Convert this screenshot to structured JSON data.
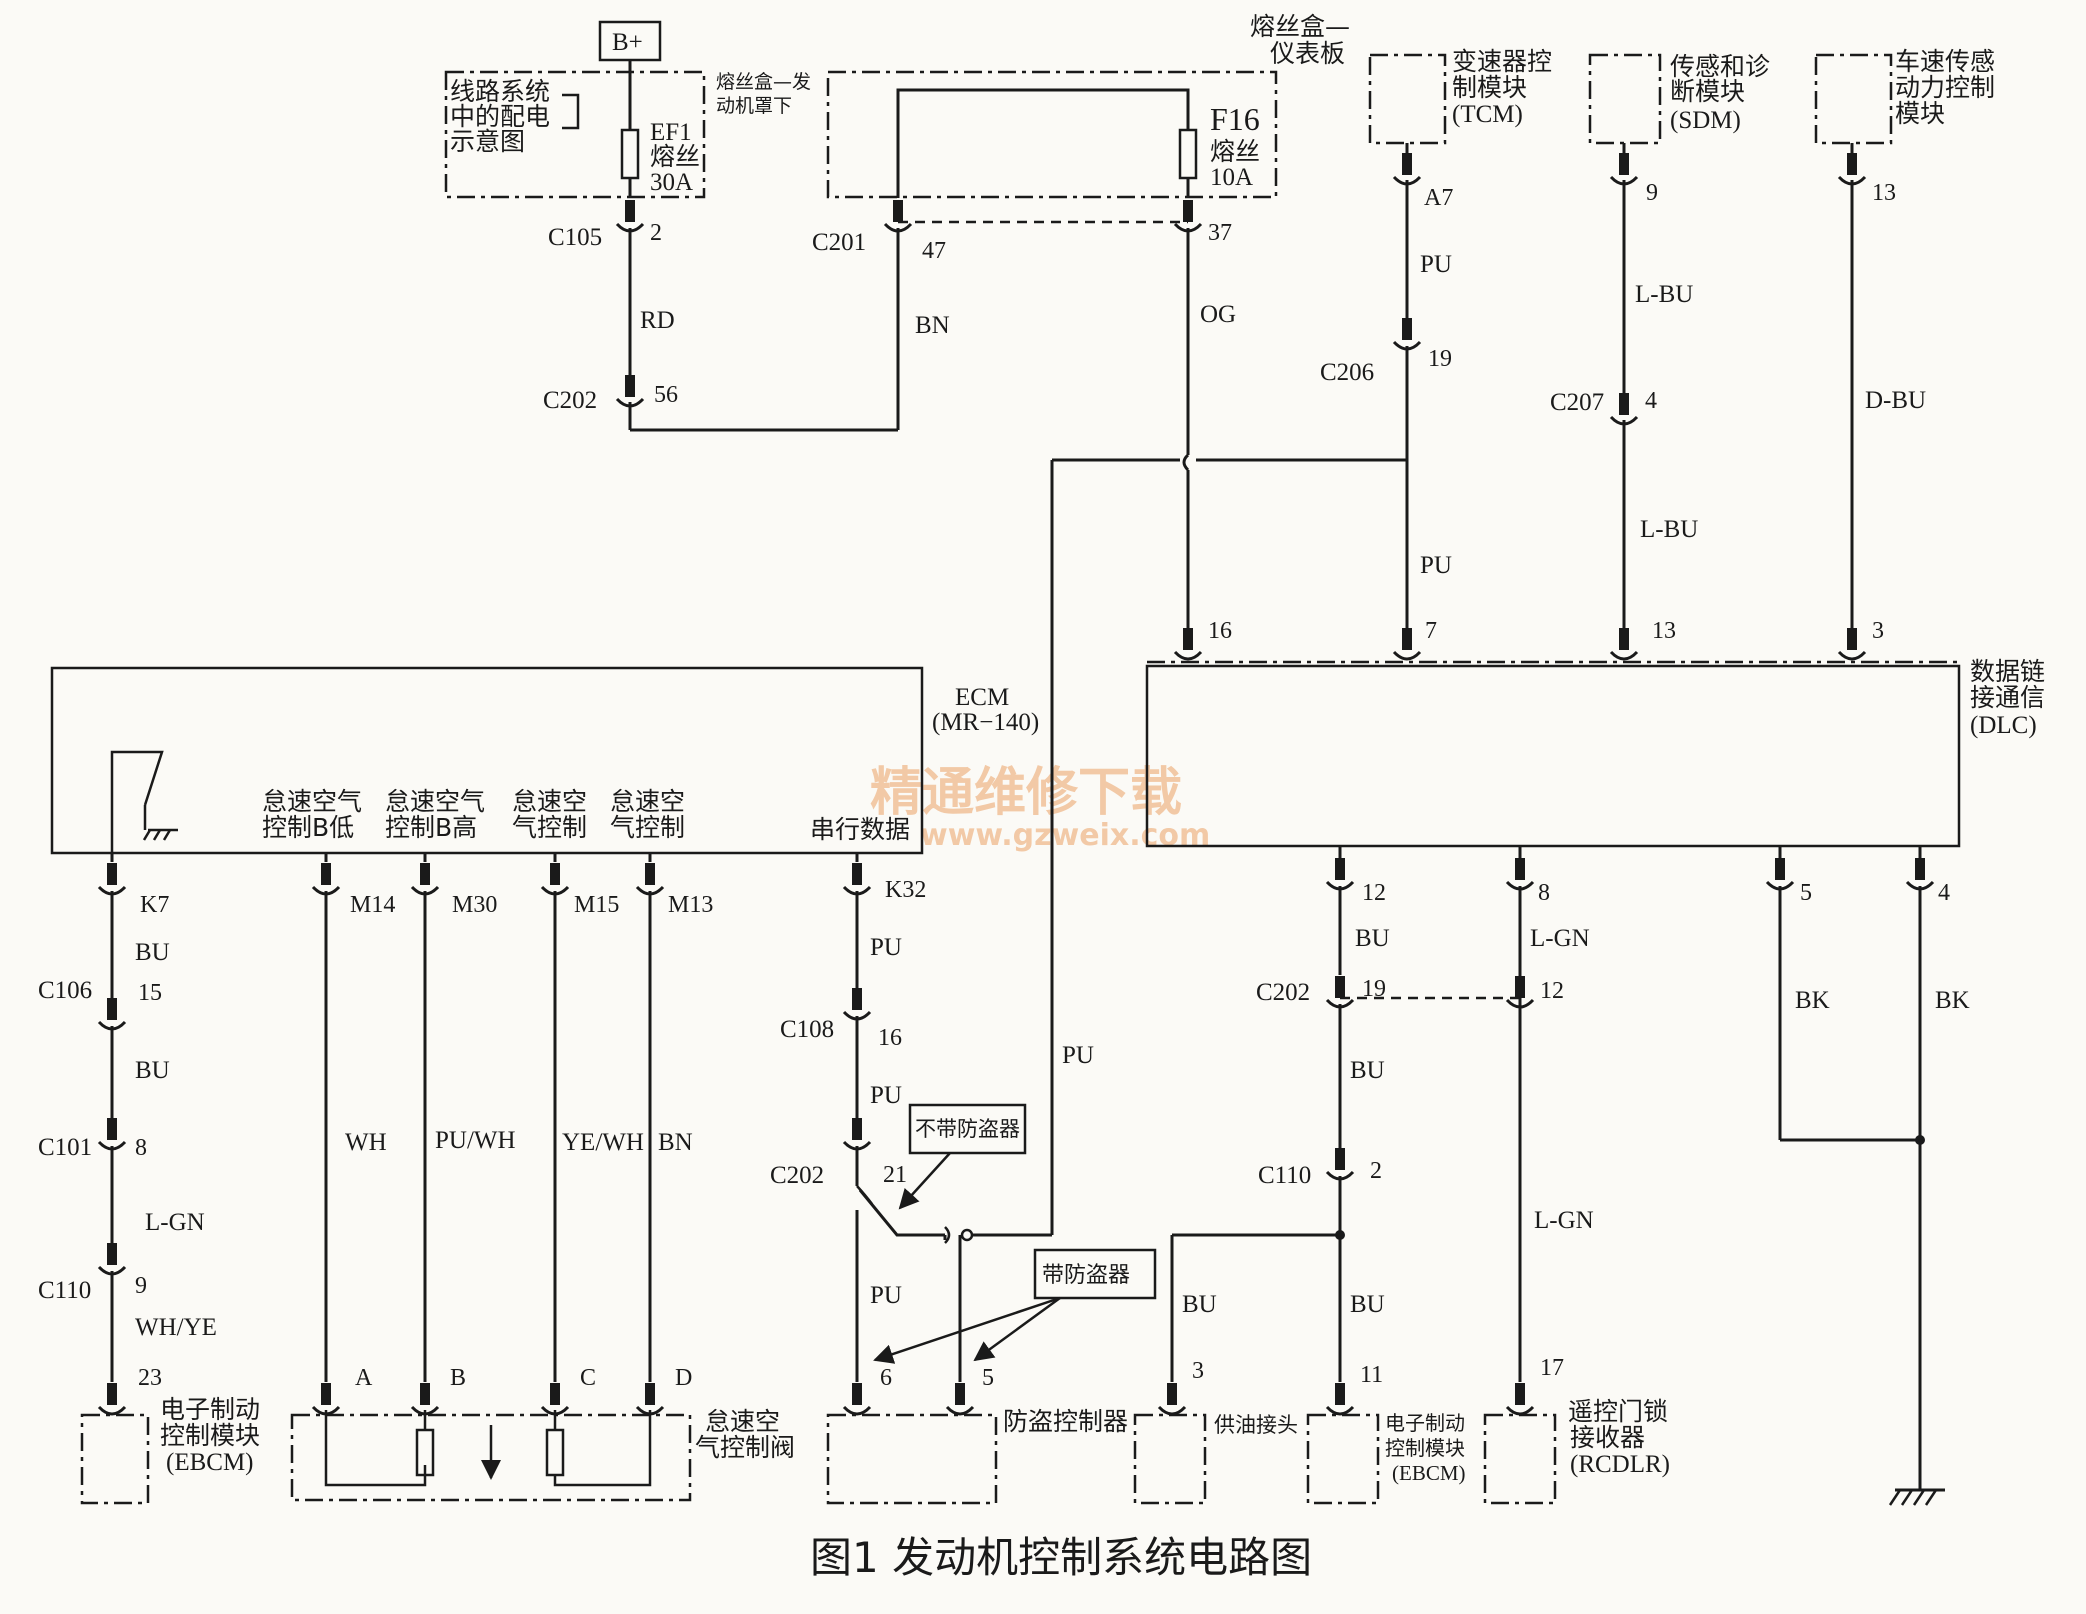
{
  "title": "图1  发动机控制系统电路图",
  "watermark": {
    "cn": "精通维修下载",
    "url": "www.gzweix.com"
  },
  "power": {
    "b_plus": "B+",
    "dist_note": [
      "线路系统",
      "中的配电",
      "示意图"
    ],
    "fuse_box_engine": [
      "熔丝盒—发",
      "动机罩下"
    ],
    "fuse_box_ip": [
      "熔丝盒—",
      "仪表板"
    ]
  },
  "fuses": {
    "ef1": [
      "EF1",
      "熔丝",
      "30A"
    ],
    "f16": [
      "F16",
      "熔丝",
      "10A"
    ]
  },
  "modules": {
    "tcm": [
      "变速器控",
      "制模块",
      "(TCM)"
    ],
    "sdm": [
      "传感和诊",
      "断模块",
      "(SDM)"
    ],
    "vss": [
      "车速传感",
      "动力控制",
      "模块"
    ],
    "ecm": [
      "ECM",
      "(MR−140)"
    ],
    "dlc": [
      "数据链",
      "接通信",
      "(DLC)"
    ],
    "ebcm_left": [
      "电子制动",
      "控制模块",
      "(EBCM)"
    ],
    "iac_valve": [
      "怠速空",
      "气控制阀"
    ],
    "immobilizer": "防盗控制器",
    "fuel_conn": "供油接头",
    "ebcm_right": [
      "电子制动",
      "控制模块",
      "(EBCM)"
    ],
    "rcdlr": [
      "遥控门锁",
      "接收器",
      "(RCDLR)"
    ]
  },
  "ecm_pins": {
    "iac_b_low": [
      "怠速空气",
      "控制B低"
    ],
    "iac_b_high": [
      "怠速空气",
      "控制B高"
    ],
    "iac_a1": [
      "怠速空",
      "气控制"
    ],
    "iac_a2": [
      "怠速空",
      "气控制"
    ],
    "serial": "串行数据"
  },
  "callouts": {
    "no_immo": "不带防盗器",
    "with_immo": "带防盗器"
  },
  "connectors": [
    "C105",
    "C202",
    "C201",
    "C206",
    "C207",
    "C106",
    "C101",
    "C110",
    "C108",
    "C202",
    "C202",
    "C110"
  ],
  "pins": [
    "2",
    "56",
    "47",
    "37",
    "A7",
    "19",
    "9",
    "4",
    "13",
    "13",
    "3",
    "16",
    "7",
    "K7",
    "15",
    "8",
    "9",
    "23",
    "M14",
    "M30",
    "M15",
    "M13",
    "K32",
    "16",
    "21",
    "6",
    "5",
    "A",
    "B",
    "C",
    "D",
    "12",
    "8",
    "19",
    "12",
    "2",
    "3",
    "11",
    "17",
    "5",
    "4"
  ],
  "wires": {
    "rd": "RD",
    "bn": "BN",
    "og": "OG",
    "pu": "PU",
    "lbu": "L-BU",
    "dbu": "D-BU",
    "bu": "BU",
    "lgn": "L-GN",
    "whye": "WH/YE",
    "wh": "WH",
    "puwh": "PU/WH",
    "yewh": "YE/WH",
    "bk": "BK"
  }
}
